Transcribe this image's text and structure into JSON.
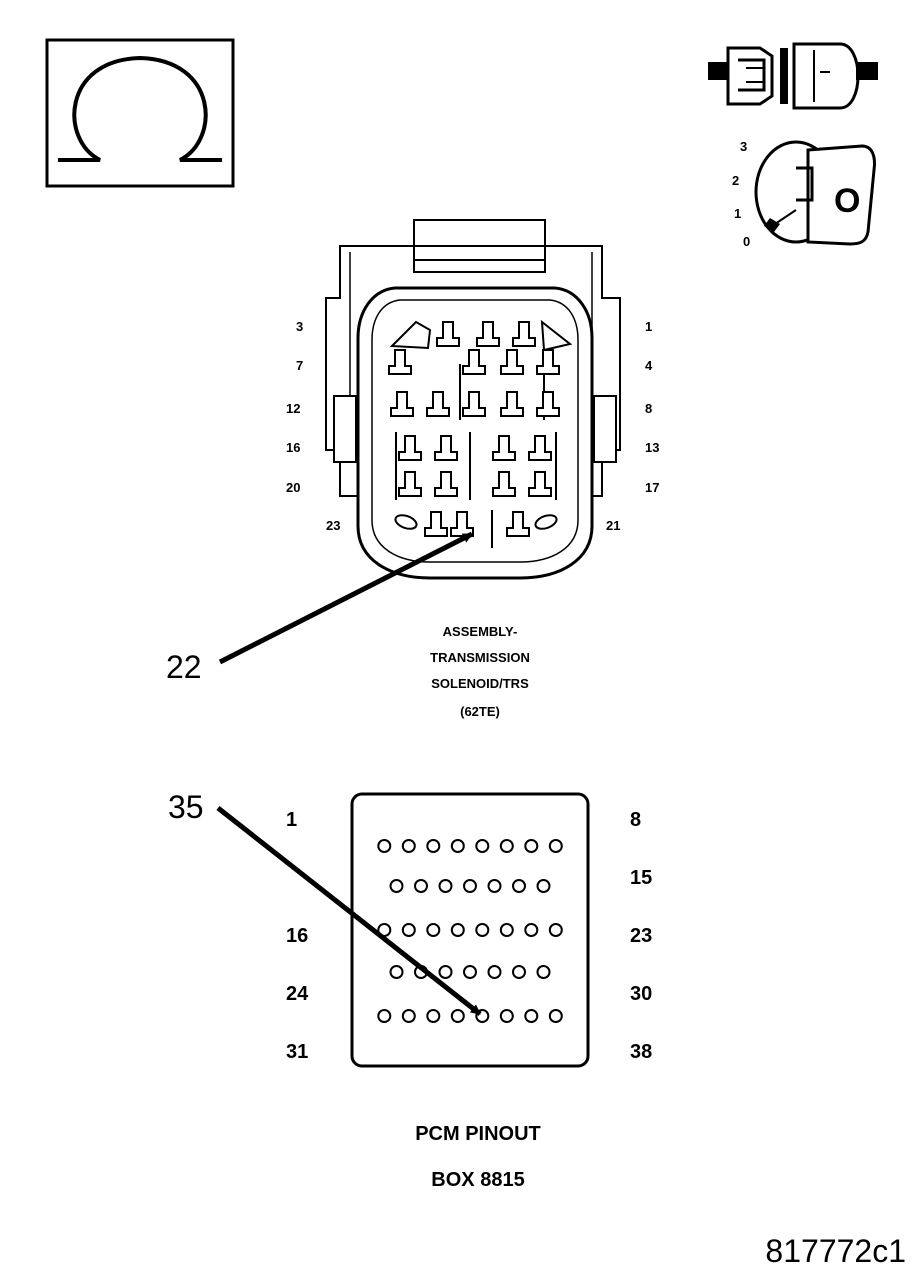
{
  "ignition_positions": [
    "0",
    "1",
    "2",
    "3"
  ],
  "ignition_key_label": "O",
  "connector_22": {
    "pins_left": [
      "3",
      "7",
      "12",
      "16",
      "20",
      "23"
    ],
    "pins_right": [
      "1",
      "4",
      "8",
      "13",
      "17",
      "21"
    ],
    "callout": "22",
    "caption": [
      "ASSEMBLY-",
      "TRANSMISSION",
      "SOLENOID/TRS",
      "(62TE)"
    ]
  },
  "pcm_connector": {
    "rows_left": [
      "1",
      "",
      "16",
      "24",
      "31"
    ],
    "rows_right": [
      "8",
      "15",
      "23",
      "30",
      "38"
    ],
    "row_pin_counts": [
      8,
      7,
      8,
      7,
      8
    ],
    "callout": "35",
    "caption": [
      "PCM PINOUT",
      "BOX 8815"
    ]
  },
  "doc_id": "817772c1"
}
